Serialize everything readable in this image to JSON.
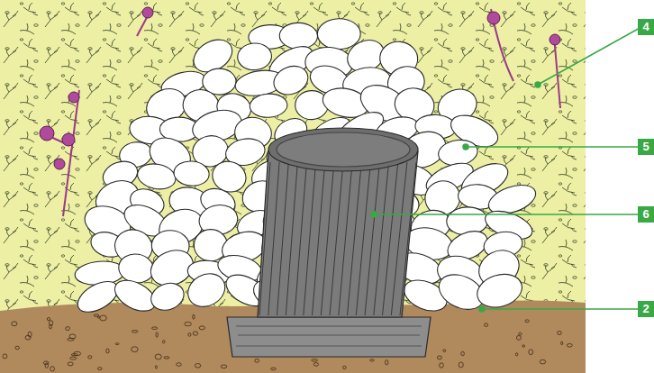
{
  "diagram": {
    "labels": [
      "4",
      "5",
      "6",
      "2"
    ]
  }
}
